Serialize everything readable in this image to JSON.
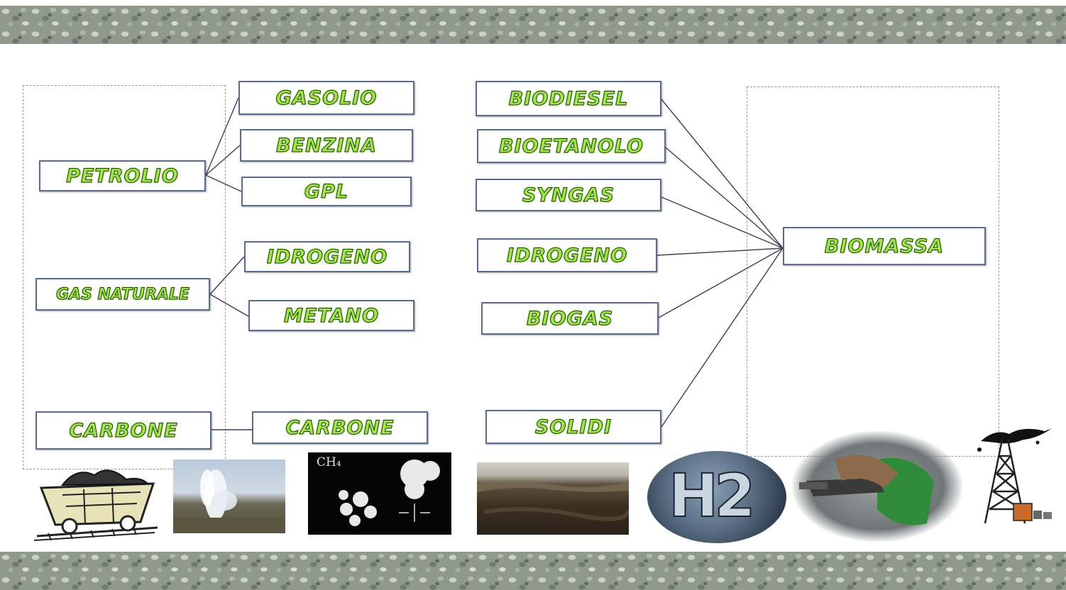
{
  "left_nodes": {
    "petrolio": "PETROLIO",
    "gas_naturale": "GAS NATURALE",
    "carbone": "CARBONE"
  },
  "fossil_products": {
    "gasolio": "GASOLIO",
    "benzina": "BENZINA",
    "gpl": "GPL",
    "idrogeno": "IDROGENO",
    "metano": "METANO",
    "carbone": "CARBONE"
  },
  "bio_products": {
    "biodiesel": "BIODIESEL",
    "bioetanolo": "BIOETANOLO",
    "syngas": "SYNGAS",
    "idrogeno": "IDROGENO",
    "biogas": "BIOGAS",
    "solidi": "SOLIDI"
  },
  "right_node": {
    "biomassa": "BIOMASSA"
  },
  "images": {
    "methane_formula_label": "CH₄",
    "h2_label": "H2"
  },
  "colors": {
    "label_fill": "#9fe64a",
    "label_outline": "#1d3a0c",
    "box_border": "#5d6b8f",
    "connector": "#3a3f55"
  },
  "icons": [
    "coal-cart-icon",
    "geyser-image",
    "methane-molecule-image",
    "oil-field-image",
    "h2-sphere-image",
    "fuel-pump-image",
    "oil-derrick-icon"
  ]
}
